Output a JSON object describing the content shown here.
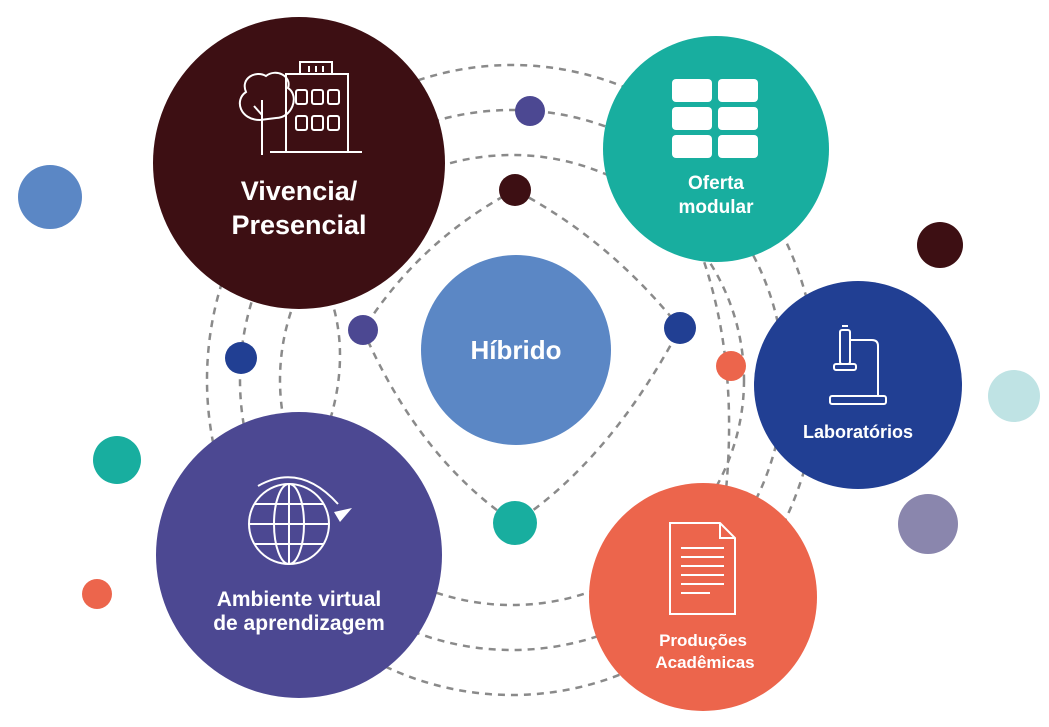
{
  "diagram": {
    "center": {
      "label": "Híbrido",
      "color": "#5b87c5"
    },
    "nodes": [
      {
        "id": "presencial",
        "lines": [
          "Vivencia/",
          "Presencial"
        ],
        "color": "#3d0f13",
        "icon": "building-tree-icon"
      },
      {
        "id": "oferta",
        "lines": [
          "Oferta",
          "modular"
        ],
        "color": "#18ae9f",
        "icon": "modules-grid-icon"
      },
      {
        "id": "laboratorios",
        "lines": [
          "Laboratórios"
        ],
        "color": "#213f93",
        "icon": "microscope-icon"
      },
      {
        "id": "producoes",
        "lines": [
          "Produções",
          "Acadêmicas"
        ],
        "color": "#ec654c",
        "icon": "document-icon"
      },
      {
        "id": "ambiente",
        "lines": [
          "Ambiente virtual",
          "de aprendizagem"
        ],
        "color": "#4c4892",
        "icon": "globe-rotate-icon"
      }
    ],
    "palette": {
      "connector": "#8a8a8a",
      "dot_dark_red": "#3d0f13",
      "dot_purple": "#4c4892",
      "dot_navy": "#213f93",
      "dot_teal": "#18ae9f",
      "dot_coral": "#ec654c",
      "dot_light_blue": "#5b87c5",
      "dot_pale_cyan": "#bfe3e4",
      "dot_lavender": "#8a86ad"
    }
  }
}
